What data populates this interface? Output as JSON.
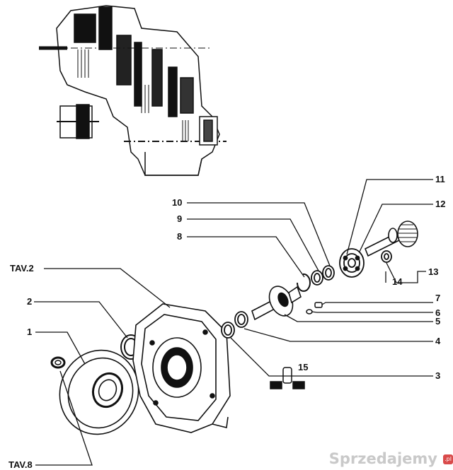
{
  "labels": {
    "tav2": "TAV.2",
    "tav8": "TAV.8",
    "n1": "1",
    "n2": "2",
    "n3": "3",
    "n4": "4",
    "n5": "5",
    "n6": "6",
    "n7": "7",
    "n8": "8",
    "n9": "9",
    "n10": "10",
    "n11": "11",
    "n12": "12",
    "n13": "13",
    "n14": "14",
    "n15": "15"
  },
  "watermark": {
    "text": "Sprzedajemy",
    "suffix": ".pl"
  },
  "colors": {
    "ink": "#111111",
    "paper": "#ffffff",
    "watermark": "#c9c9c9",
    "watermark_badge": "#d94a4a"
  }
}
